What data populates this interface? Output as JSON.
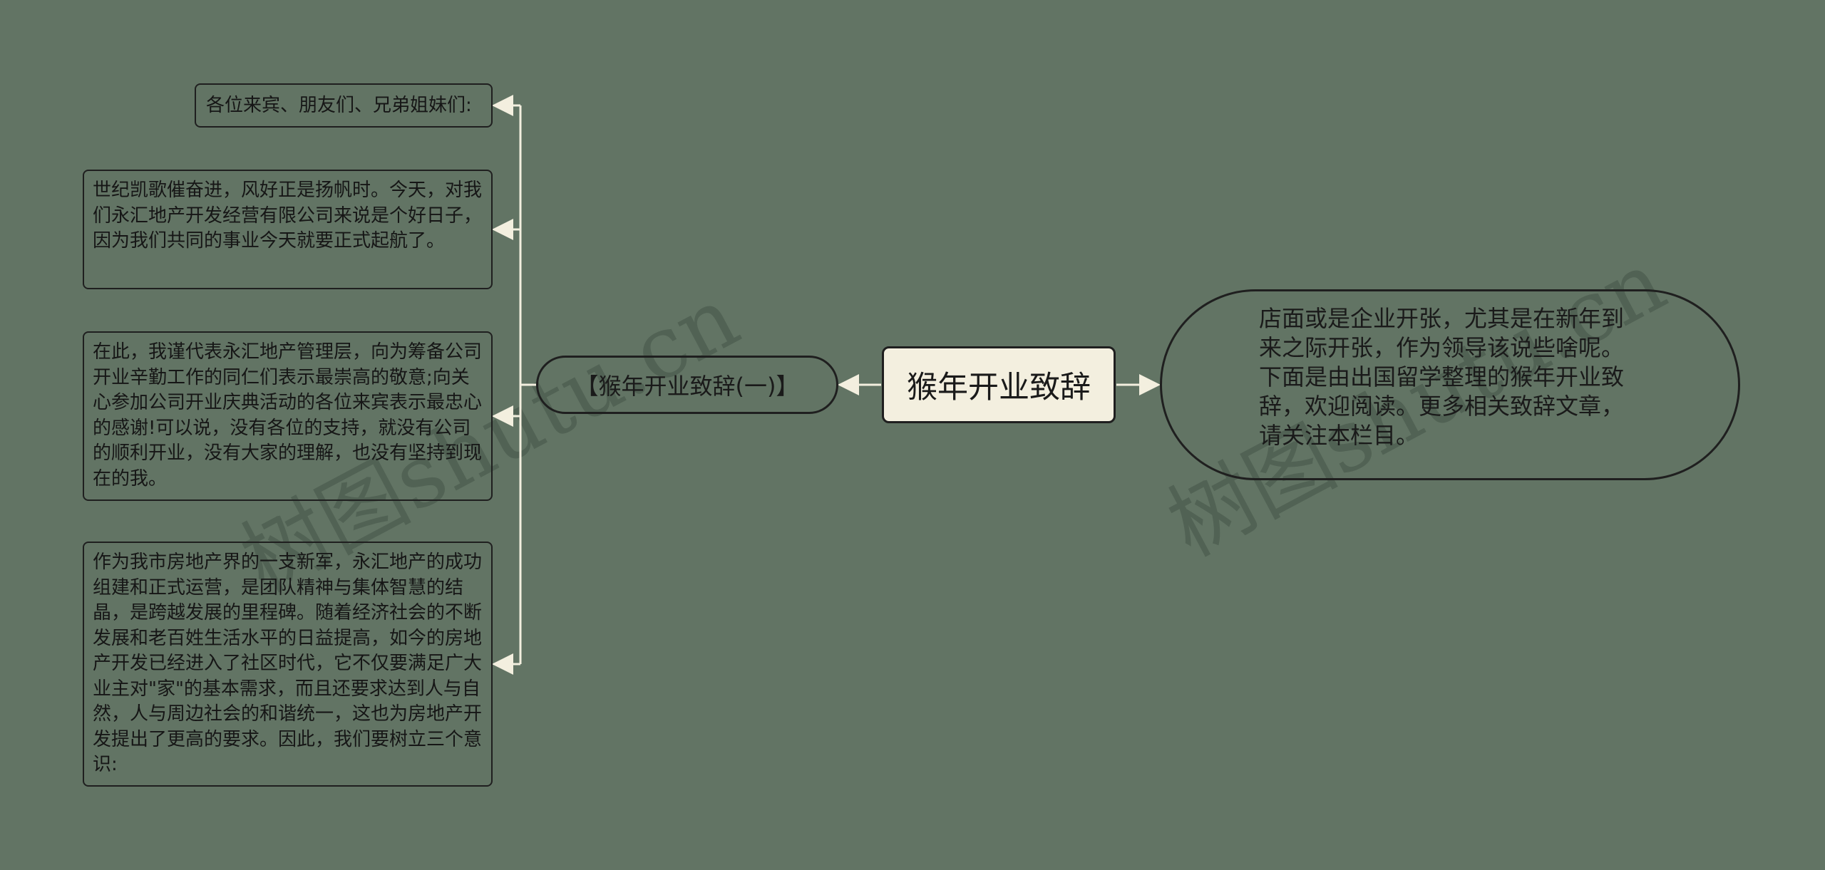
{
  "watermark": [
    "树图shutu.cn",
    "树图shutu.cn"
  ],
  "root": {
    "label": "猴年开业致辞"
  },
  "intro": {
    "text": "店面或是企业开张，尤其是在新年到来之际开张，作为领导该说些啥呢。下面是由出国留学整理的猴年开业致辞，欢迎阅读。更多相关致辞文章，请关注本栏目。"
  },
  "sub": {
    "label": "【猴年开业致辞(一)】"
  },
  "leaves": [
    {
      "text": "各位来宾、朋友们、兄弟姐妹们:"
    },
    {
      "text": "世纪凯歌催奋进，风好正是扬帆时。今天，对我们永汇地产开发经营有限公司来说是个好日子，因为我们共同的事业今天就要正式起航了。"
    },
    {
      "text": "在此，我谨代表永汇地产管理层，向为筹备公司开业辛勤工作的同仁们表示最崇高的敬意;向关心参加公司开业庆典活动的各位来宾表示最忠心的感谢!可以说，没有各位的支持，就没有公司的顺利开业，没有大家的理解，也没有坚持到现在的我。"
    },
    {
      "text": "作为我市房地产界的一支新军，永汇地产的成功组建和正式运营，是团队精神与集体智慧的结晶，是跨越发展的里程碑。随着经济社会的不断发展和老百姓生活水平的日益提高，如今的房地产开发已经进入了社区时代，它不仅要满足广大业主对\"家\"的基本需求，而且还要求达到人与自然，人与周边社会的和谐统一，这也为房地产开发提出了更高的要求。因此，我们要树立三个意识:"
    }
  ],
  "colors": {
    "background": "#627464",
    "root_fill": "#f3efdf",
    "line": "#f3efdf",
    "border": "#1f1f1f"
  }
}
